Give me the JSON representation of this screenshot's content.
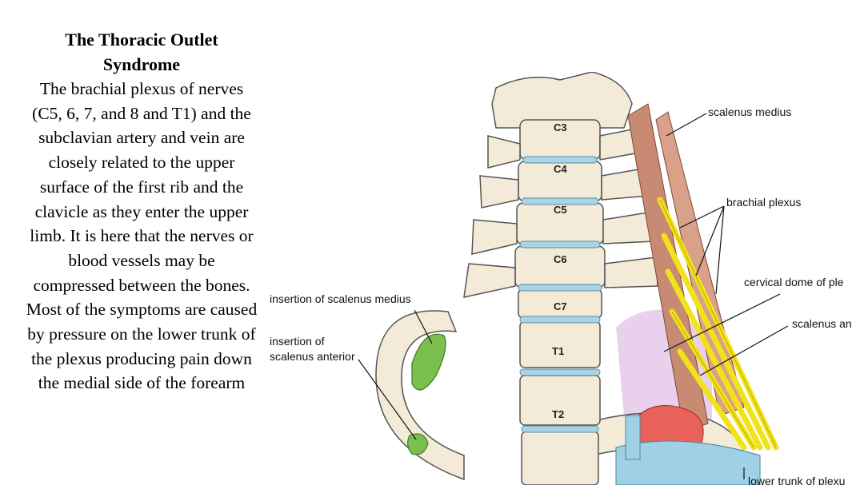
{
  "slide": {
    "title": "The Thoracic Outlet Syndrome",
    "body": "The brachial plexus of nerves (C5, 6, 7, and 8 and T1) and the subclavian artery and vein are closely related to the upper surface of the first rib and the clavicle as they enter the upper limb. It is here that the nerves or blood vessels may be compressed between the bones. Most of the symptoms are caused by pressure on the lower trunk of the plexus producing pain down the medial side of the forearm"
  },
  "figure": {
    "vertebrae": [
      "C3",
      "C4",
      "C5",
      "C6",
      "C7",
      "T1",
      "T2"
    ],
    "labels": {
      "scalenus_medius": "scalenus medius",
      "brachial_plexus": "brachial plexus",
      "cervical_dome": "cervical dome of ple",
      "scalenus_anterior": "scalenus an",
      "insertion_scalenus_medius": "insertion of scalenus medius",
      "insertion_scalenus_anterior_1": "insertion of",
      "insertion_scalenus_anterior_2": "scalenus anterior",
      "lower_trunk": "lower trunk of plexu"
    },
    "colors": {
      "bone": "#f3ead8",
      "disc": "#a8d4e6",
      "muscle": "#c98a73",
      "nerve": "#f2e21a",
      "insertion": "#7bbf4e",
      "artery": "#e8625a",
      "vein": "#9fd0e6",
      "pleura": "#e4c4e8"
    }
  }
}
